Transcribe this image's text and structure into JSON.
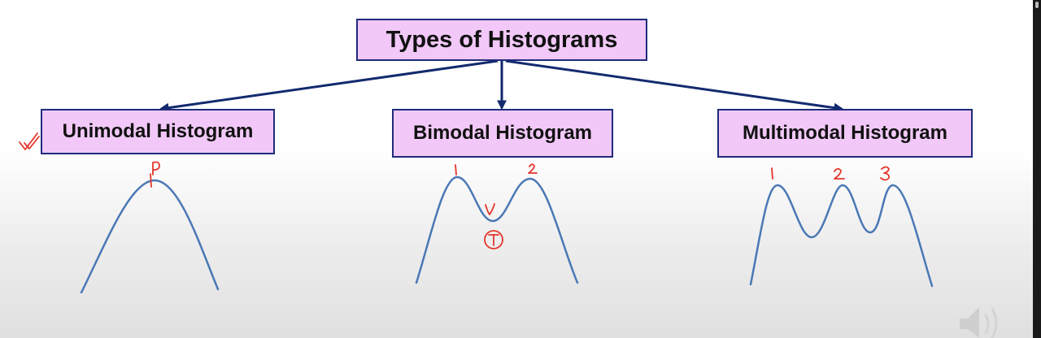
{
  "title": "Types of Histograms",
  "types": [
    {
      "label": "Unimodal Histogram",
      "peak_marks": [
        "P"
      ]
    },
    {
      "label": "Bimodal Histogram",
      "peak_marks": [
        "1",
        "2"
      ],
      "trough_marks": [
        "v",
        "T"
      ]
    },
    {
      "label": "Multimodal Histogram",
      "peak_marks": [
        "1",
        "2",
        "3"
      ]
    }
  ],
  "colors": {
    "box_fill": "#f1c8f7",
    "box_border": "#1f2b7a",
    "arrow": "#132a6e",
    "curve": "#4a78b5",
    "annotation": "#e4352a"
  },
  "icons": [
    "checkmark-icon",
    "speaker-icon"
  ]
}
